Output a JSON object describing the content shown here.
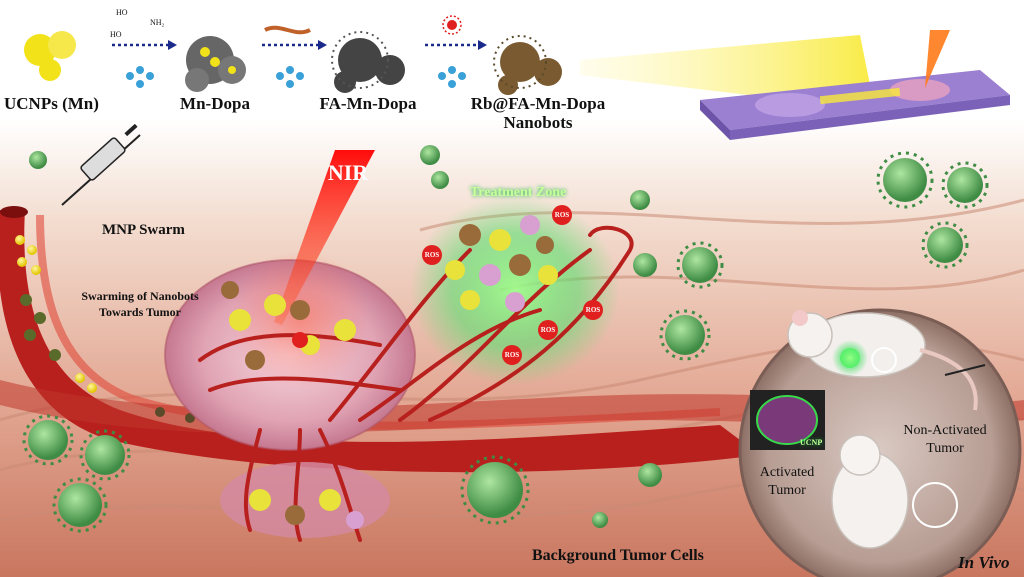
{
  "synthesis": {
    "step1": "UCNPs (Mn)",
    "step2": "Mn-Dopa",
    "step3": "FA-Mn-Dopa",
    "step4_line1": "Rb@FA-Mn-Dopa",
    "step4_line2": "Nanobots",
    "chem_label": "NH₂",
    "chem_oh1": "HO",
    "chem_oh2": "HO"
  },
  "labels": {
    "nir": "NIR",
    "mnp_swarm": "MNP Swarm",
    "swarming_line1": "Swarming of Nanobots",
    "swarming_line2": "Towards Tumor",
    "treatment_zone": "Treatment Zone",
    "ros": "ROS",
    "background_cells": "Background Tumor Cells",
    "non_activated_line1": "Non-Activated",
    "non_activated_line2": "Tumor",
    "activated_line1": "Activated",
    "activated_line2": "Tumor",
    "ucnp": "UCNP",
    "in_vivo": "In Vivo"
  },
  "colors": {
    "vessel": "#b8201e",
    "tissue": "#e8b9a0",
    "nanoparticle": "#f2e21a",
    "glow": "#38d94a",
    "arrow": "#1a2a8a",
    "chip": "#9b7fd1"
  }
}
